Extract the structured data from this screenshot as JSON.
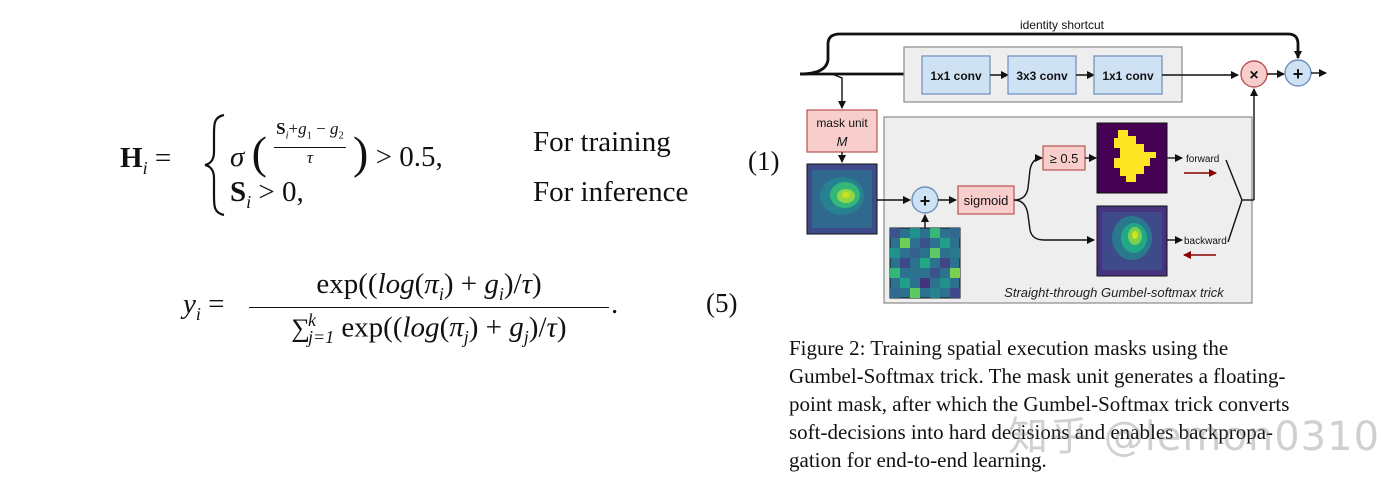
{
  "equation1": {
    "lhs": "H",
    "lhs_sub": "i",
    "case1_condition": "> 0.5,",
    "case1_label": "For training",
    "case2_condition": "> 0,",
    "case2_label": "For inference",
    "number": "(1)"
  },
  "equation5": {
    "number": "(5)"
  },
  "figure": {
    "identity_label": "identity shortcut",
    "conv1_label": "1x1 conv",
    "conv2_label": "3x3 conv",
    "conv3_label": "1x1 conv",
    "mask_unit_label": "mask unit",
    "mask_unit_symbol": "M",
    "sigmoid_label": "sigmoid",
    "threshold_label": "≥ 0.5",
    "forward_label": "forward",
    "backward_label": "backward",
    "trick_label": "Straight-through Gumbel-softmax trick",
    "colors": {
      "conv_fill": "#cfe2f3",
      "conv_stroke": "#6c8ebf",
      "red_fill": "#f8cecc",
      "red_stroke": "#b85450",
      "panel_fill": "#f0f0f0",
      "panel_stroke": "#999999",
      "arrow_red": "#8b0000",
      "viridis_dark": "#440154",
      "viridis_yellow": "#fde725"
    }
  },
  "caption": {
    "lines": [
      "Figure 2:  Training spatial execution masks using the",
      "Gumbel-Softmax trick. The mask unit generates a floating-",
      "point mask, after which the Gumbel-Softmax trick converts",
      "soft-decisions into hard decisions and enables backpropa-",
      "gation for end-to-end learning."
    ]
  },
  "watermark": "知乎 @lemon0310"
}
